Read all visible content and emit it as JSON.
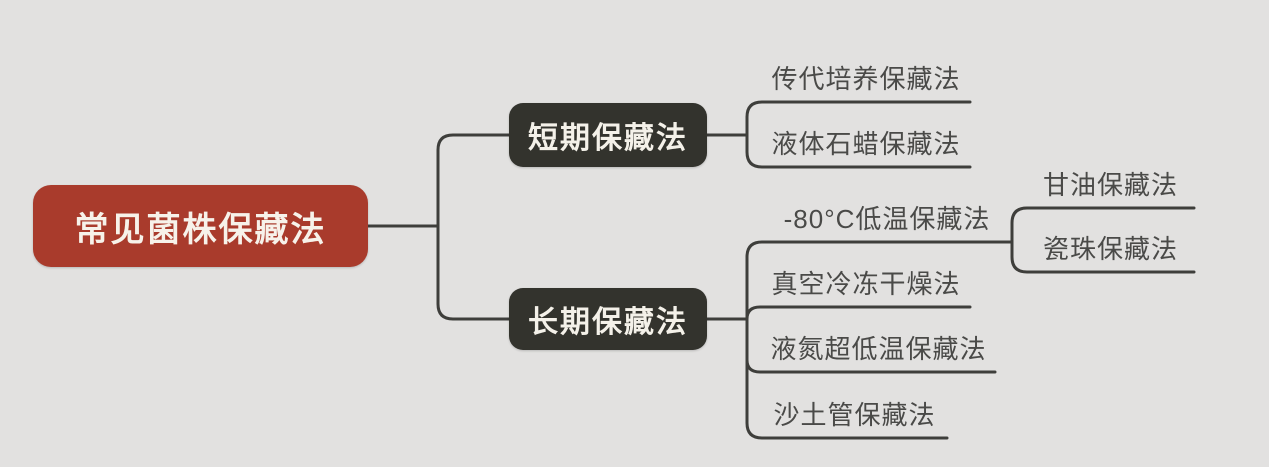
{
  "colors": {
    "background": "#e2e1e0",
    "root_fill": "#a93b2c",
    "root_text": "#f7f2ea",
    "branch_fill": "#33332d",
    "branch_text": "#f4f1e9",
    "line": "#3e3e3b",
    "leaf_text": "#4a4a48"
  },
  "mindmap": {
    "root": {
      "label": "常见菌株保藏法"
    },
    "branches": [
      {
        "label": "短期保藏法",
        "children": [
          {
            "label": "传代培养保藏法"
          },
          {
            "label": "液体石蜡保藏法"
          }
        ]
      },
      {
        "label": "长期保藏法",
        "children": [
          {
            "label": "-80°C低温保藏法",
            "children": [
              {
                "label": "甘油保藏法"
              },
              {
                "label": "瓷珠保藏法"
              }
            ]
          },
          {
            "label": "真空冷冻干燥法"
          },
          {
            "label": "液氮超低温保藏法"
          },
          {
            "label": "沙土管保藏法"
          }
        ]
      }
    ]
  }
}
